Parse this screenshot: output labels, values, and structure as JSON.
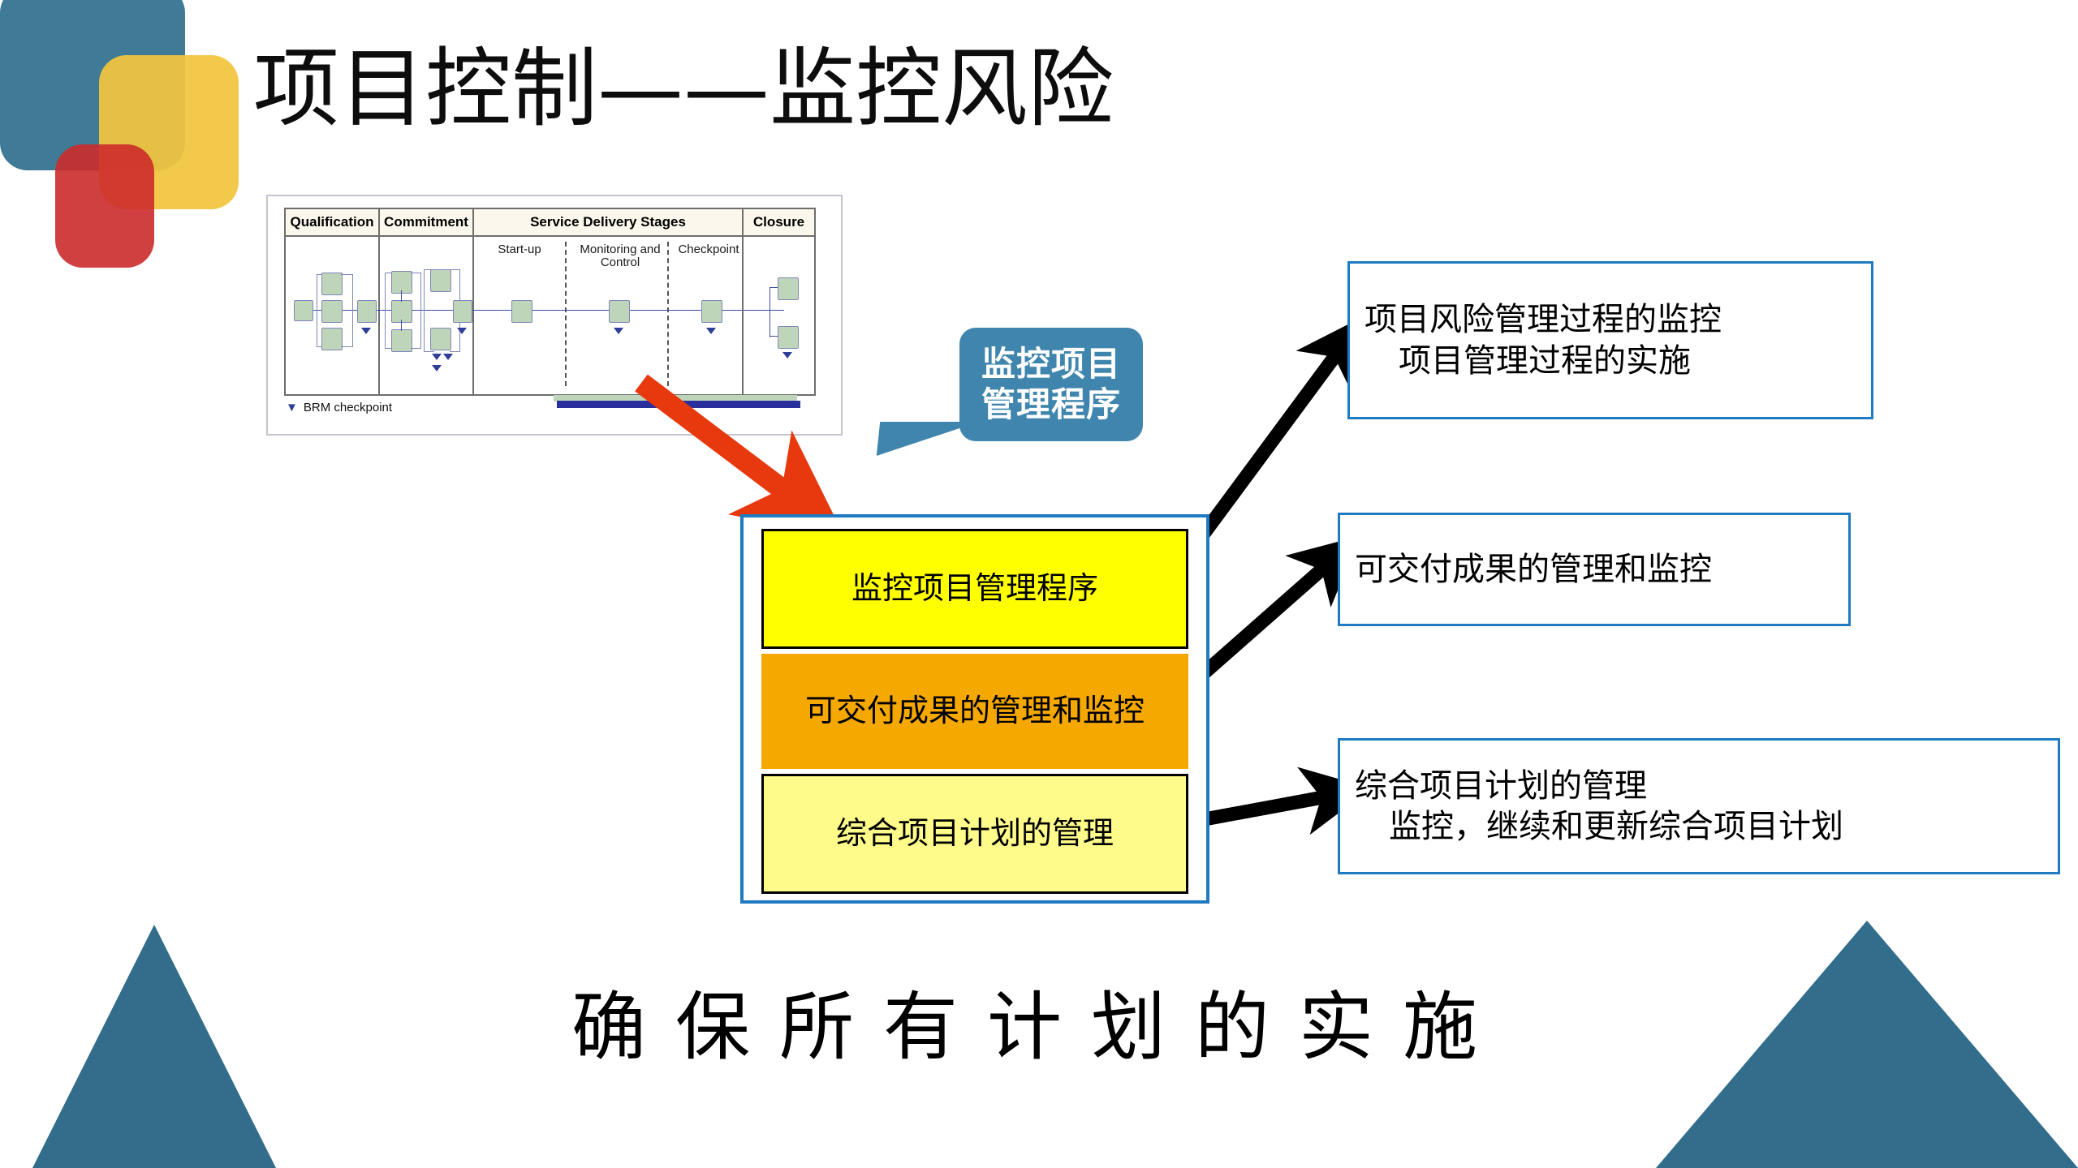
{
  "slide": {
    "title": "项目控制——监控风险",
    "caption": "确保所有计划的实施"
  },
  "colors": {
    "deco_blue": "#3F7A96",
    "deco_gold": "#F2C53D",
    "deco_red": "#CC2B2B",
    "triangle": "#336D8C",
    "bubble": "#3F85AE",
    "box_border_blue": "#1F7BC1",
    "yellow": "#FFFF00",
    "orange": "#F5A800",
    "pale_yellow": "#FFFB8A",
    "red_arrow": "#E8380D",
    "black_arrow": "#000000"
  },
  "bubble": {
    "line1": "监控项目",
    "line2": "管理程序"
  },
  "stack": {
    "items": [
      {
        "label": "监控项目管理程序",
        "fill": "#FFFF00"
      },
      {
        "label": "可交付成果的管理和监控",
        "fill": "#F5A800"
      },
      {
        "label": "综合项目计划的管理",
        "fill": "#FFFB8A"
      }
    ]
  },
  "right_boxes": [
    {
      "line1": "项目风险管理过程的监控",
      "line2": "项目管理过程的实施"
    },
    {
      "line1": "可交付成果的管理和监控",
      "line2": ""
    },
    {
      "line1": "综合项目计划的管理",
      "line2": "监控，继续和更新综合项目计划"
    }
  ],
  "picture": {
    "headers": [
      "Qualification",
      "Commitment",
      "Service Delivery Stages",
      "Closure"
    ],
    "sub_stages": [
      "Start-up",
      "Monitoring and Control",
      "Checkpoint"
    ],
    "legend_marker": "▼",
    "legend_label": "BRM checkpoint"
  }
}
